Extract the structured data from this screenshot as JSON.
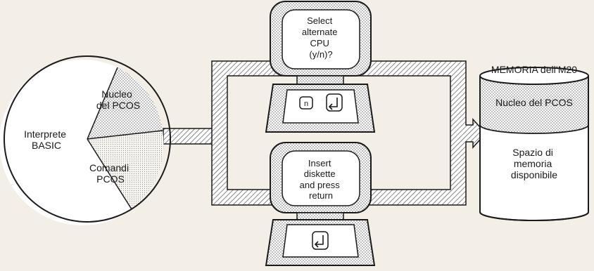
{
  "pie": {
    "top_right_label": [
      "Nucleo",
      "del PCOS"
    ],
    "left_label": [
      "Interprete",
      "BASIC"
    ],
    "bottom_right_label": [
      "Comandi",
      "PCOS"
    ]
  },
  "terminal_top": {
    "screen_lines": [
      "Select",
      "alternate",
      "CPU",
      "(y/n)?"
    ],
    "key_n": "n",
    "return_key_icon": "return-key-icon"
  },
  "terminal_bottom": {
    "screen_lines": [
      "Insert",
      "diskette",
      "and press",
      "return"
    ],
    "return_key_icon": "return-key-icon"
  },
  "memory": {
    "title": "MEMORIA dell’M20",
    "section_top": "Nucleo del PCOS",
    "section_bottom": [
      "Spazio di",
      "memoria",
      "disponibile"
    ]
  },
  "colors": {
    "background": "#f3efe7",
    "ink": "#1a1a1a",
    "shade": "#8a8a8a"
  }
}
